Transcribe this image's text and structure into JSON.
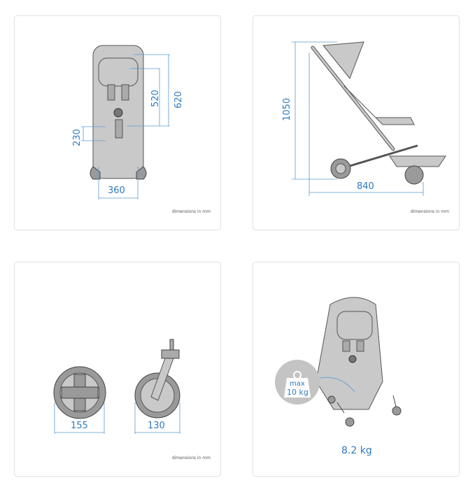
{
  "panels": [
    {
      "name": "top-view",
      "dimensions": {
        "total_length": "620",
        "seat_length": "520",
        "seat_depth": "230",
        "width": "360"
      },
      "note": "dimensions in mm"
    },
    {
      "name": "side-view",
      "dimensions": {
        "height": "1050",
        "length": "840"
      },
      "note": "dimensions in mm"
    },
    {
      "name": "wheels",
      "dimensions": {
        "rear_wheel": "155",
        "front_wheel": "130"
      },
      "note": "dimensions in mm"
    },
    {
      "name": "weight",
      "basket": {
        "max_label": "max",
        "max_value": "10 kg"
      },
      "weight": "8.2 kg"
    }
  ],
  "colors": {
    "dimension_blue": "#2e7bc0",
    "drawing_gray": "#c9c9c9",
    "badge_gray": "#c4c4c4"
  }
}
